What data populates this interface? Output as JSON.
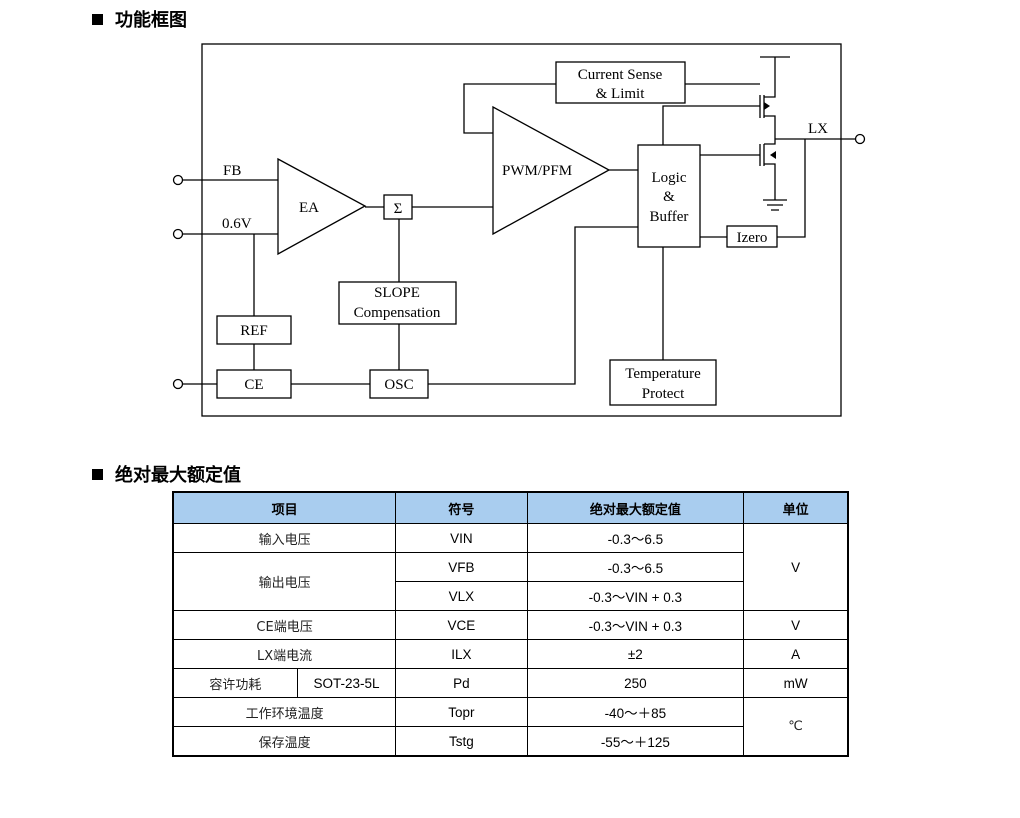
{
  "sections": {
    "block_diagram_title": "功能框图",
    "ratings_title": "绝对最大额定值"
  },
  "diagram": {
    "current_sense_line1": "Current Sense",
    "current_sense_line2": "& Limit",
    "lx": "LX",
    "fb": "FB",
    "v06": "0.6V",
    "ea": "EA",
    "sigma": "Σ",
    "pwm": "PWM/PFM",
    "logic_line1": "Logic",
    "logic_line2": "&",
    "logic_line3": "Buffer",
    "izero": "Izero",
    "slope_line1": "SLOPE",
    "slope_line2": "Compensation",
    "ref": "REF",
    "ce": "CE",
    "osc": "OSC",
    "temp_line1": "Temperature",
    "temp_line2": "Protect"
  },
  "table": {
    "headers": [
      "项目",
      "符号",
      "绝对最大额定值",
      "单位"
    ],
    "rows": [
      {
        "item": "输入电压",
        "symbol": "VIN",
        "value": "-0.3～6.5",
        "unit": "V"
      },
      {
        "item": "输出电压",
        "symbol": "VFB",
        "value": "-0.3～6.5"
      },
      {
        "symbol": "VLX",
        "value": "-0.3～VIN + 0.3"
      },
      {
        "item": "CE端电压",
        "symbol": "VCE",
        "value": "-0.3～VIN + 0.3",
        "unit": "V"
      },
      {
        "item": "LX端电流",
        "symbol": "ILX",
        "value": "±2",
        "unit": "A"
      },
      {
        "item": "容许功耗",
        "item_sub": "SOT-23-5L",
        "symbol": "Pd",
        "value": "250",
        "unit": "mW"
      },
      {
        "item": "工作环境温度",
        "symbol": "Topr",
        "value": "-40～＋85",
        "unit": "℃"
      },
      {
        "item": "保存温度",
        "symbol": "Tstg",
        "value": "-55～＋125"
      }
    ]
  }
}
